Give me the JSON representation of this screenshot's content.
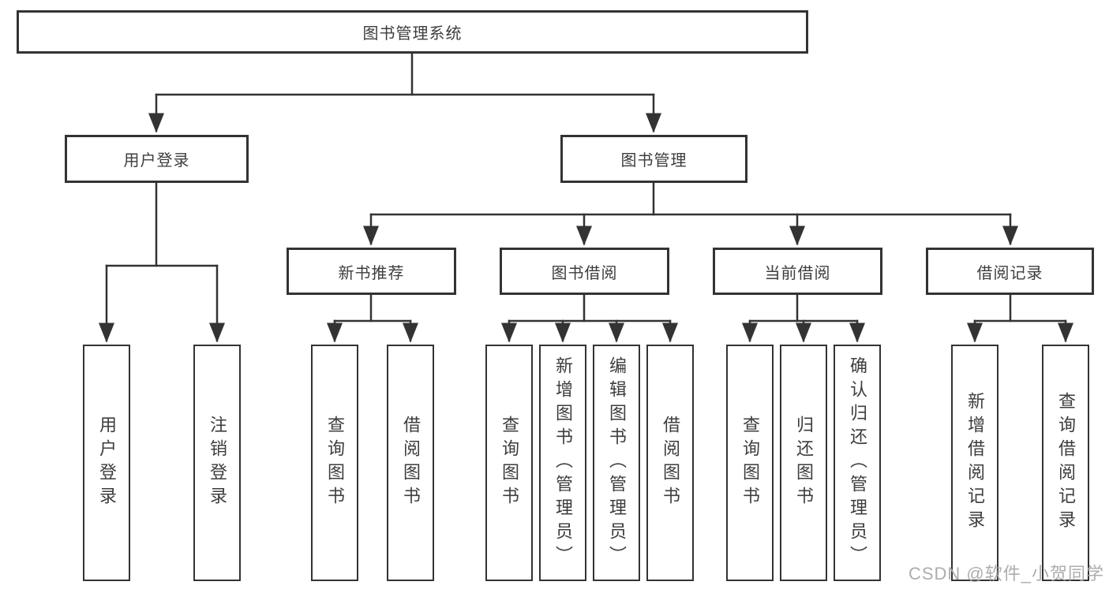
{
  "diagram": {
    "root": {
      "label": "图书管理系统"
    },
    "user_login": {
      "label": "用户登录",
      "children": [
        {
          "label": "用户登录"
        },
        {
          "label": "注销登录"
        }
      ]
    },
    "book_mgmt": {
      "label": "图书管理",
      "sections": [
        {
          "label": "新书推荐",
          "children": [
            {
              "label": "查询图书"
            },
            {
              "label": "借阅图书"
            }
          ]
        },
        {
          "label": "图书借阅",
          "children": [
            {
              "label": "查询图书"
            },
            {
              "label": "新增图书（管理员）"
            },
            {
              "label": "编辑图书（管理员）"
            },
            {
              "label": "借阅图书"
            }
          ]
        },
        {
          "label": "当前借阅",
          "children": [
            {
              "label": "查询图书"
            },
            {
              "label": "归还图书"
            },
            {
              "label": "确认归还（管理员）"
            }
          ]
        },
        {
          "label": "借阅记录",
          "children": [
            {
              "label": "新增借阅记录"
            },
            {
              "label": "查询借阅记录"
            }
          ]
        }
      ]
    }
  },
  "watermark": {
    "text": "CSDN @软件_小贺同学"
  },
  "colors": {
    "line": "#333333",
    "border": "#333333",
    "text": "#3d3d3d",
    "background": "#ffffff",
    "watermark": "#a4a4a4"
  }
}
